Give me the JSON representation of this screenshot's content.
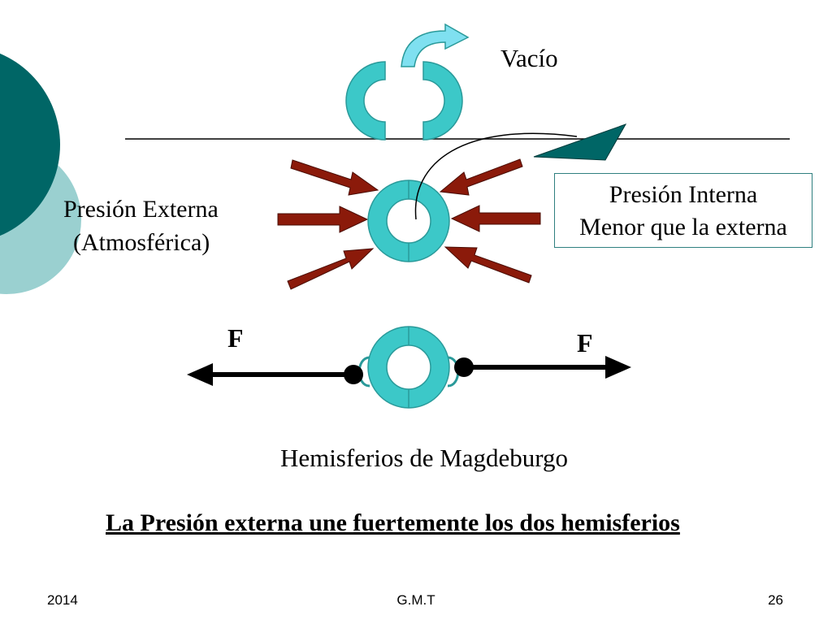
{
  "labels": {
    "vacio": "Vacío",
    "presion_externa_line1": "Presión Externa",
    "presion_externa_line2": "(Atmosférica)",
    "presion_interna_line1": "Presión Interna",
    "presion_interna_line2": "Menor que la externa",
    "force_left": "F",
    "force_right": "F",
    "caption": "Hemisferios de Magdeburgo",
    "conclusion": "La Presión externa une fuertemente los dos hemisferios "
  },
  "footer": {
    "year": "2014",
    "author": "G.M.T",
    "page": "26"
  },
  "colors": {
    "sphere": "#3cc8c8",
    "sphere_outline": "#2a9a9a",
    "pressure_arrow": "#8b1a0a",
    "teal_dark": "#006666",
    "teal_light": "#9ad0d0",
    "vacuum_arrow": "#7fe0f0",
    "text": "#000000"
  }
}
